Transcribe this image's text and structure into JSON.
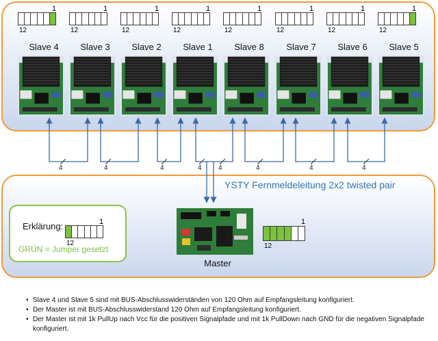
{
  "slaves": [
    {
      "label": "Slave 4",
      "dip_high": "1",
      "dip_low": "12",
      "jumper_set": true
    },
    {
      "label": "Slave 3",
      "dip_high": "1",
      "dip_low": "12",
      "jumper_set": false
    },
    {
      "label": "Slave 2",
      "dip_high": "1",
      "dip_low": "12",
      "jumper_set": false
    },
    {
      "label": "Slave 1",
      "dip_high": "1",
      "dip_low": "12",
      "jumper_set": false
    },
    {
      "label": "Slave 8",
      "dip_high": "1",
      "dip_low": "12",
      "jumper_set": false
    },
    {
      "label": "Slave 7",
      "dip_high": "1",
      "dip_low": "12",
      "jumper_set": false
    },
    {
      "label": "Slave 6",
      "dip_high": "1",
      "dip_low": "12",
      "jumper_set": false
    },
    {
      "label": "Slave 5",
      "dip_high": "1",
      "dip_low": "12",
      "jumper_set": true
    }
  ],
  "wire_count_labels": [
    "4",
    "4",
    "4",
    "4",
    "4",
    "4",
    "4",
    "4"
  ],
  "cable_label": "YSTY Fernmeldeleitung 2x2 twisted pair",
  "legend": {
    "title": "Erklärung:",
    "dip_high": "1",
    "dip_low": "12",
    "text": "GRÜN = Jumper gesetzt"
  },
  "master": {
    "label": "Master",
    "dip_high": "1",
    "dip_low": "12",
    "jumpers_set": 4
  },
  "notes": [
    "Slave 4 und Slave 5 sind mit BUS-Abschlusswiderständen  von 120 Ohm auf Empfangsleitung konfiguriert.",
    "Der Master ist mit BUS-Abschlusswiderstand  120 Ohm auf Empfangsleitung konfiguriert.",
    "Der Master ist mit 1k PullUp nach Vcc für die positiven Signalpfade und mit 1k PullDown nach GND für die negativen Signalpfade konfiguriert."
  ],
  "colors": {
    "panel_border": "#f29a3b",
    "jumper_green": "#7cc23e",
    "legend_border": "#8bc34a",
    "cable_text": "#2e75b6",
    "pcb_green": "#2f7d3a"
  }
}
